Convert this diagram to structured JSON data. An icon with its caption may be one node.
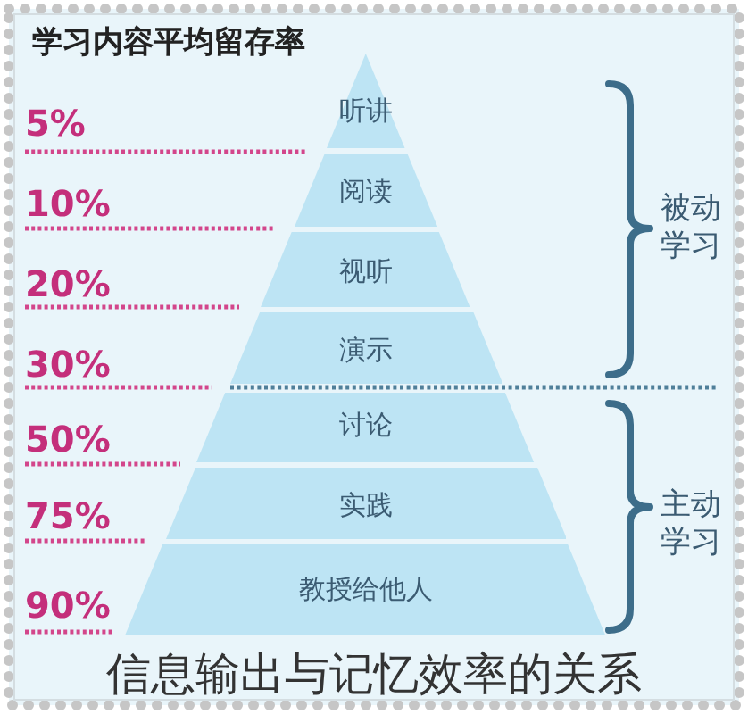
{
  "diagram": {
    "title": "学习内容平均留存率",
    "caption": "信息输出与记忆效率的关系",
    "nodes": [
      {
        "text": [
          "听讲"
        ]
      },
      {
        "text": [
          "阅读"
        ]
      },
      {
        "text": [
          "视听"
        ]
      },
      {
        "text": [
          "演示"
        ]
      },
      {
        "text": [
          "讨论"
        ]
      },
      {
        "text": [
          "实践"
        ]
      },
      {
        "text": [
          "教授给他人"
        ]
      }
    ],
    "labels": [
      "5%",
      "10%",
      "20%",
      "30%",
      "50%",
      "75%",
      "90%",
      "被动学习",
      "主动学习"
    ]
  }
}
